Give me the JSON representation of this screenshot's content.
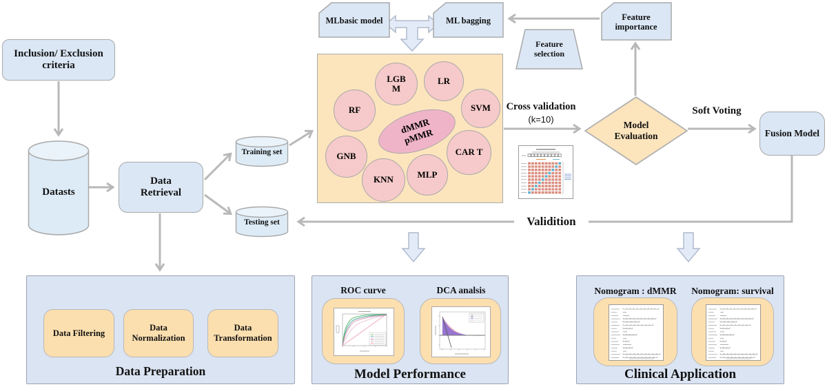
{
  "nodes": {
    "criteria": "Inclusion/ Exclusion criteria",
    "datasets": "Datasts",
    "data_retrieval": "Data Retrieval",
    "training_set": "Training set",
    "testing_set": "Testing set",
    "mlbasic": "MLbasic model",
    "ml_bagging": "ML bagging",
    "feature_selection": "Feature selection",
    "feature_importance": "Feature importance",
    "model_evaluation": "Model Evaluation",
    "fusion_model": "Fusion Model"
  },
  "model_pool": {
    "center_label": "dMMR pMMR",
    "models": [
      "LGB M",
      "LR",
      "RF",
      "SVM",
      "GNB",
      "CAR T",
      "KNN",
      "MLP"
    ]
  },
  "edge_labels": {
    "cross_validation": "Cross validation",
    "k_value": "(k=10)",
    "soft_voting": "Soft Voting",
    "validation": "Validition"
  },
  "panels": {
    "data_preparation": {
      "title": "Data Preparation",
      "items": [
        "Data Filtering",
        "Data Normalization",
        "Data Transformation"
      ]
    },
    "model_performance": {
      "title": "Model Performance",
      "roc_label": "ROC curve",
      "dca_label": "DCA analsis"
    },
    "clinical_application": {
      "title": "Clinical Application",
      "left_label": "Nomogram : dMMR",
      "right_label": "Nomogram:  survival"
    }
  },
  "cv_mini": {
    "folds": 10,
    "cols": 10
  },
  "colors": {
    "node_blue": "#dbe7f5",
    "pool_orange": "#fce4bd",
    "circle_pink": "#f6caca",
    "ellipse_pink": "#f0b4c8",
    "panel_blue": "#dbe4f3",
    "inner_orange": "#fcdfaf",
    "connector_gray": "#b8b8b8",
    "block_arrow_blue": "#e3ebf8"
  }
}
